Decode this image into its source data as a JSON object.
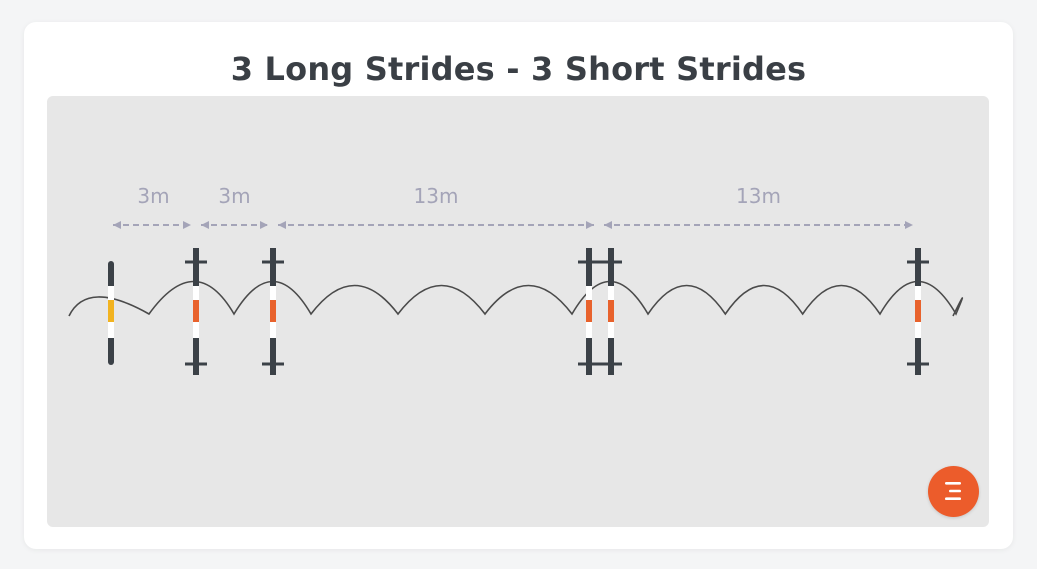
{
  "title": "3 Long Strides - 3 Short Strides",
  "distances": [
    {
      "label": "3m",
      "from": 0,
      "to": 1
    },
    {
      "label": "3m",
      "from": 1,
      "to": 2
    },
    {
      "label": "13m",
      "from": 2,
      "to": 3
    },
    {
      "label": "13m",
      "from": 3,
      "to": 4
    }
  ],
  "poles": [
    {
      "type": "pole",
      "highlight": "yellow"
    },
    {
      "type": "cross",
      "highlight": "orange"
    },
    {
      "type": "cross",
      "highlight": "orange"
    },
    {
      "type": "double-cross",
      "highlight": "orange"
    },
    {
      "type": "cross",
      "highlight": "orange"
    }
  ],
  "strides_between": [
    1,
    1,
    4,
    4
  ],
  "colors": {
    "accent": "#ec5c2b",
    "pole": "#3b4147",
    "yellow": "#f2b320",
    "orange": "#e8622c",
    "dimension": "#a4a4b8",
    "track": "#4a4a4a",
    "canvas": "#e7e7e7"
  },
  "menu": {
    "icon": "menu-icon"
  }
}
